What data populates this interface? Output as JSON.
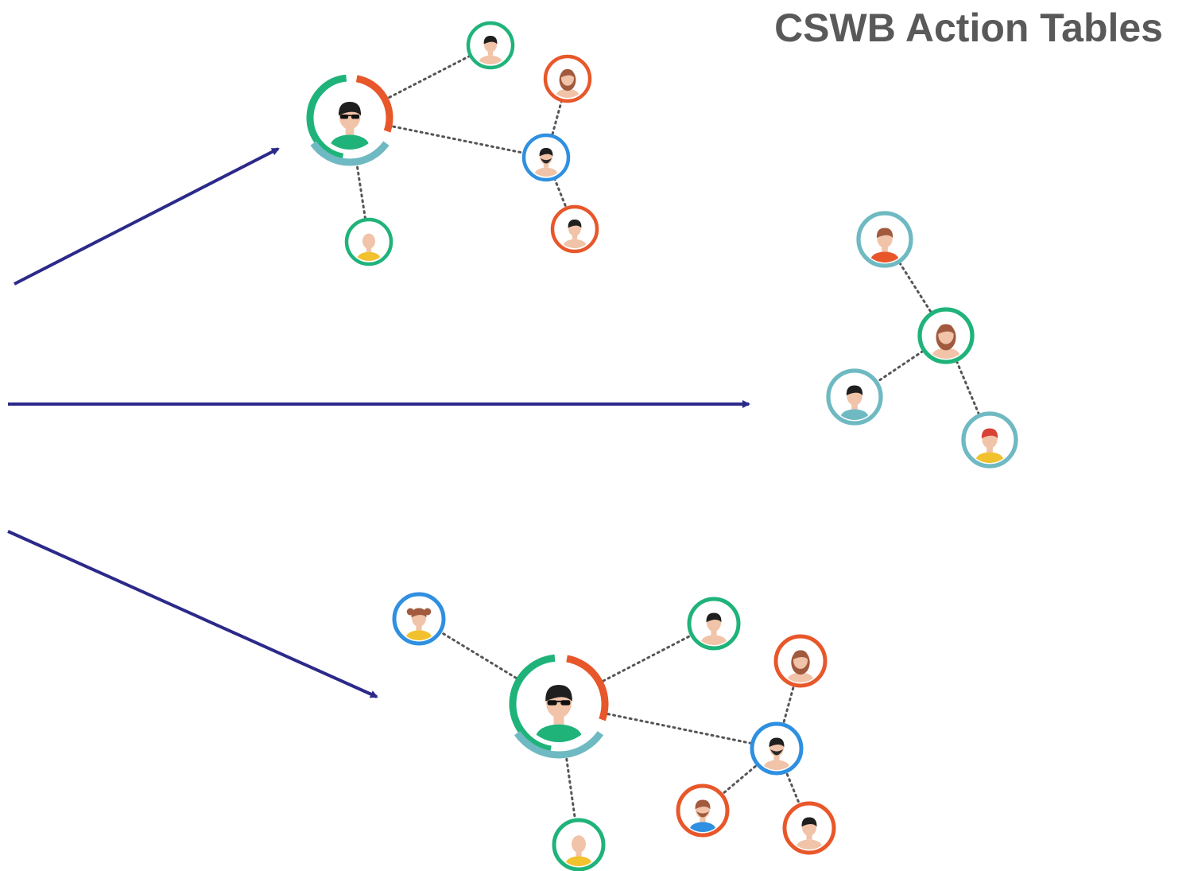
{
  "title": "CSWB Action Tables",
  "colors": {
    "arrow": "#2b2a8a",
    "green": "#1fb37a",
    "orange": "#e8572a",
    "blue": "#2f8fe0",
    "teal": "#6fb9c2",
    "skin": "#f1c3a8",
    "hair_dark": "#1f1f1f",
    "hair_brown": "#a15a3e",
    "hair_red": "#d94135",
    "link": "#555555"
  },
  "diagram": {
    "arrows": [
      {
        "name": "arrow-upper",
        "target": "network-top"
      },
      {
        "name": "arrow-middle",
        "target": "network-right"
      },
      {
        "name": "arrow-lower",
        "target": "network-bottom"
      }
    ],
    "networks": [
      {
        "name": "network-top",
        "people": [
          {
            "id": "hub",
            "hub": true,
            "shirt": "green",
            "hair": "dark",
            "glasses": true
          },
          {
            "id": "p1",
            "ring": "green",
            "shirt": "skin",
            "hair": "dark"
          },
          {
            "id": "p2",
            "ring": "orange",
            "shirt": "skin",
            "hair": "brown-long"
          },
          {
            "id": "p3",
            "ring": "blue",
            "shirt": "skin",
            "hair": "dark",
            "beard": true
          },
          {
            "id": "p4",
            "ring": "orange",
            "shirt": "skin",
            "hair": "dark"
          },
          {
            "id": "p5",
            "ring": "green",
            "shirt": "yellow",
            "hair": "bald"
          }
        ]
      },
      {
        "name": "network-right",
        "people": [
          {
            "id": "r1",
            "ring": "teal",
            "shirt": "orange",
            "hair": "brown"
          },
          {
            "id": "r2",
            "ring": "green",
            "shirt": "skin",
            "hair": "brown-long"
          },
          {
            "id": "r3",
            "ring": "teal",
            "shirt": "teal",
            "hair": "dark"
          },
          {
            "id": "r4",
            "ring": "teal",
            "shirt": "yellow",
            "hair": "red"
          }
        ]
      },
      {
        "name": "network-bottom",
        "people": [
          {
            "id": "hub",
            "hub": true,
            "shirt": "green",
            "hair": "dark",
            "glasses": true
          },
          {
            "id": "b1",
            "ring": "blue",
            "shirt": "yellow",
            "hair": "pigtails"
          },
          {
            "id": "b2",
            "ring": "green",
            "shirt": "skin",
            "hair": "dark"
          },
          {
            "id": "b3",
            "ring": "orange",
            "shirt": "skin",
            "hair": "brown-long"
          },
          {
            "id": "b4",
            "ring": "blue",
            "shirt": "skin",
            "hair": "dark",
            "beard": true
          },
          {
            "id": "b5",
            "ring": "orange",
            "shirt": "blue",
            "hair": "brown",
            "beard": true
          },
          {
            "id": "b6",
            "ring": "orange",
            "shirt": "skin",
            "hair": "dark"
          },
          {
            "id": "b7",
            "ring": "green",
            "shirt": "yellow",
            "hair": "bald"
          }
        ]
      }
    ]
  }
}
